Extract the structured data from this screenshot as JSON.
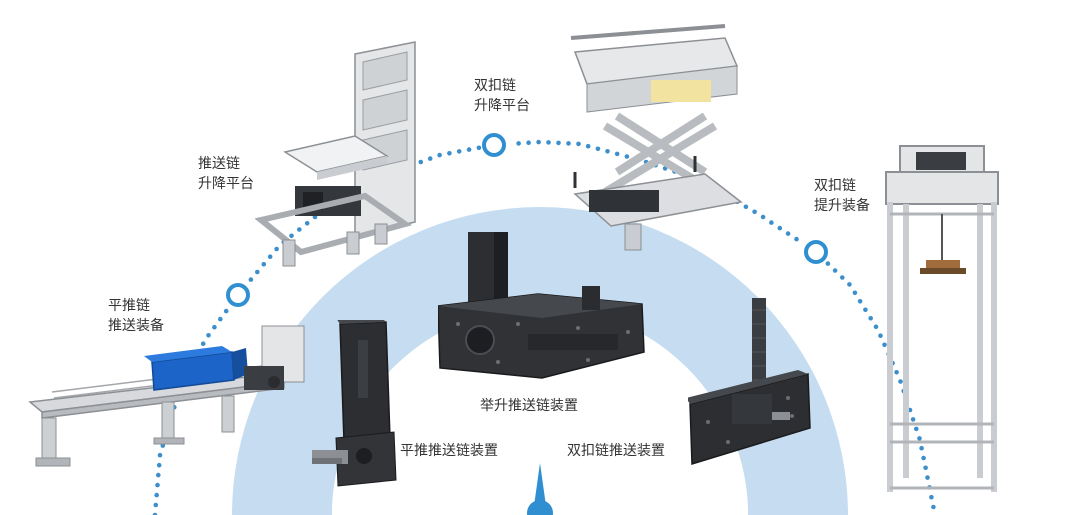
{
  "colors": {
    "accent": "#2f8fd0",
    "dot": "#3d8fcb",
    "halo": "#c6ddf1",
    "label": "#333333"
  },
  "outer_products": [
    {
      "line1": "平推链",
      "line2": "推送装备"
    },
    {
      "line1": "推送链",
      "line2": "升降平台"
    },
    {
      "line1": "双扣链",
      "line2": "升降平台"
    },
    {
      "line1": "双扣链",
      "line2": "提升装备"
    }
  ],
  "inner_products": [
    {
      "label": "举升推送链装置"
    },
    {
      "label": "平推推送链装置"
    },
    {
      "label": "双扣链推送装置"
    }
  ]
}
